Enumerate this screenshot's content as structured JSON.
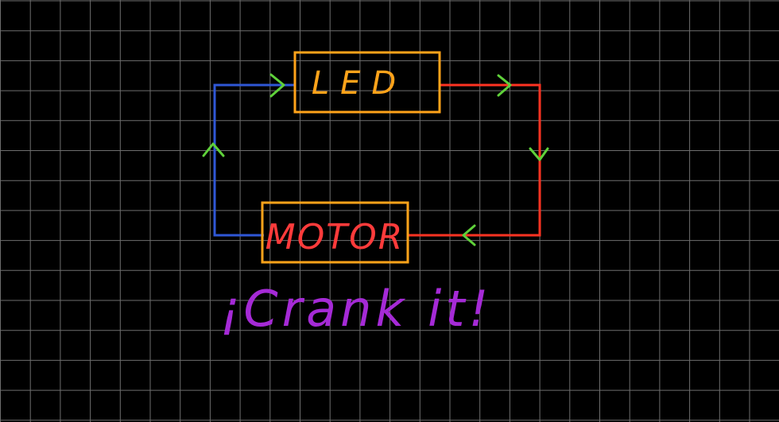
{
  "diagram": {
    "background_color": "#000000",
    "grid_color": "#6e6e6e",
    "components": [
      {
        "id": "led",
        "label": "LED",
        "border_color": "#ffa31a",
        "text_color": "#ffa31a"
      },
      {
        "id": "motor",
        "label": "MOTOR",
        "border_color": "#ffa31a",
        "text_color": "#ff3b3b"
      }
    ],
    "wires": [
      {
        "id": "wire-led-to-motor",
        "color": "#ff3322"
      },
      {
        "id": "wire-motor-to-led",
        "color": "#2f57d6"
      }
    ],
    "arrow_color": "#5fd13a",
    "caption": {
      "text": "¡Crank it!",
      "color": "#a52ad6"
    }
  }
}
